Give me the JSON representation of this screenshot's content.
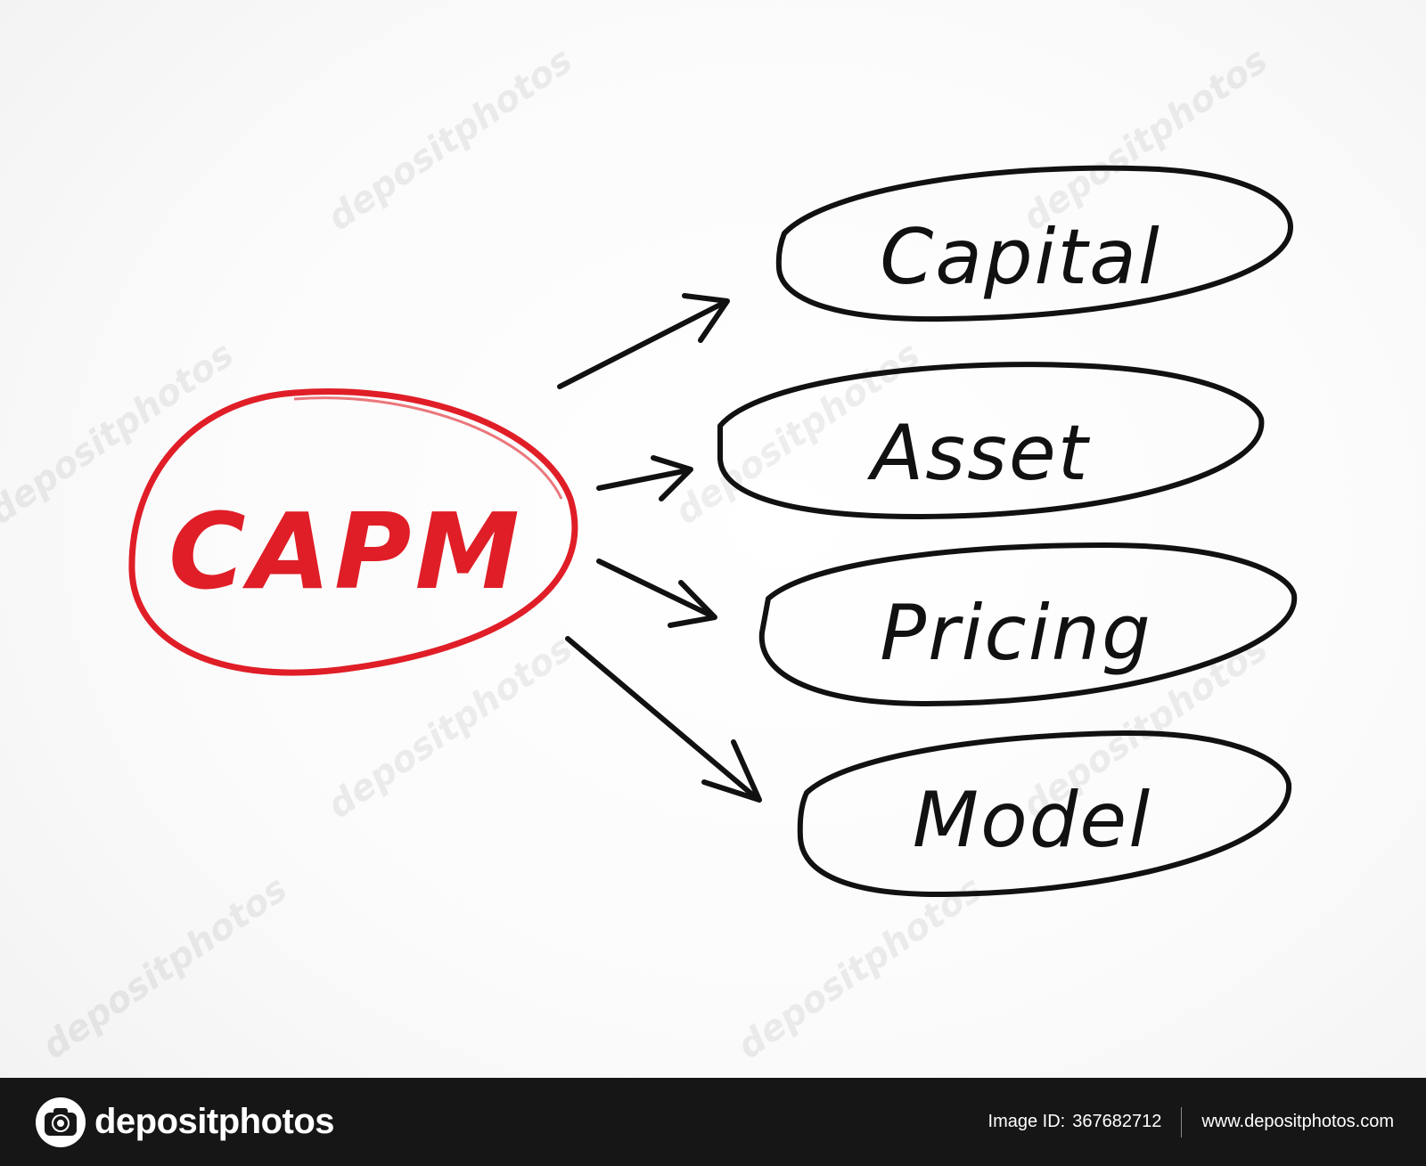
{
  "diagram": {
    "center": {
      "label": "CAPM",
      "color": "#e01e27"
    },
    "nodes": [
      {
        "label": "Capital"
      },
      {
        "label": "Asset"
      },
      {
        "label": "Pricing"
      },
      {
        "label": "Model"
      }
    ],
    "ink_color": "#111111"
  },
  "watermark": {
    "text": "depositphotos"
  },
  "footer": {
    "brand": "depositphotos",
    "image_id_label": "Image ID:",
    "image_id": "367682712",
    "website": "www.depositphotos.com"
  }
}
